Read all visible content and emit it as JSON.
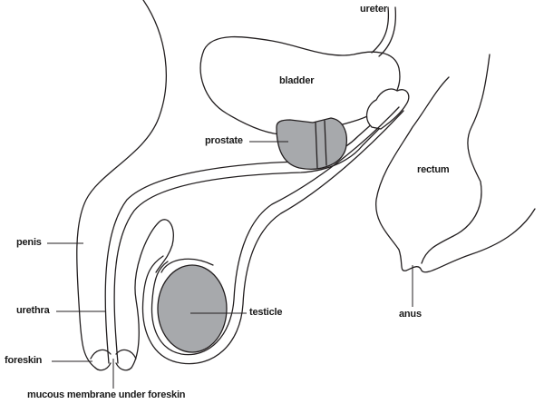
{
  "diagram": {
    "labels": {
      "ureter": "ureter",
      "bladder": "bladder",
      "prostate": "prostate",
      "rectum": "rectum",
      "penis": "penis",
      "urethra": "urethra",
      "testicle": "testicle",
      "anus": "anus",
      "foreskin": "foreskin",
      "mucous_membrane": "mucous membrane under foreskin"
    },
    "colors": {
      "line": "#231f20",
      "tissue": "#a7a9ac"
    }
  }
}
